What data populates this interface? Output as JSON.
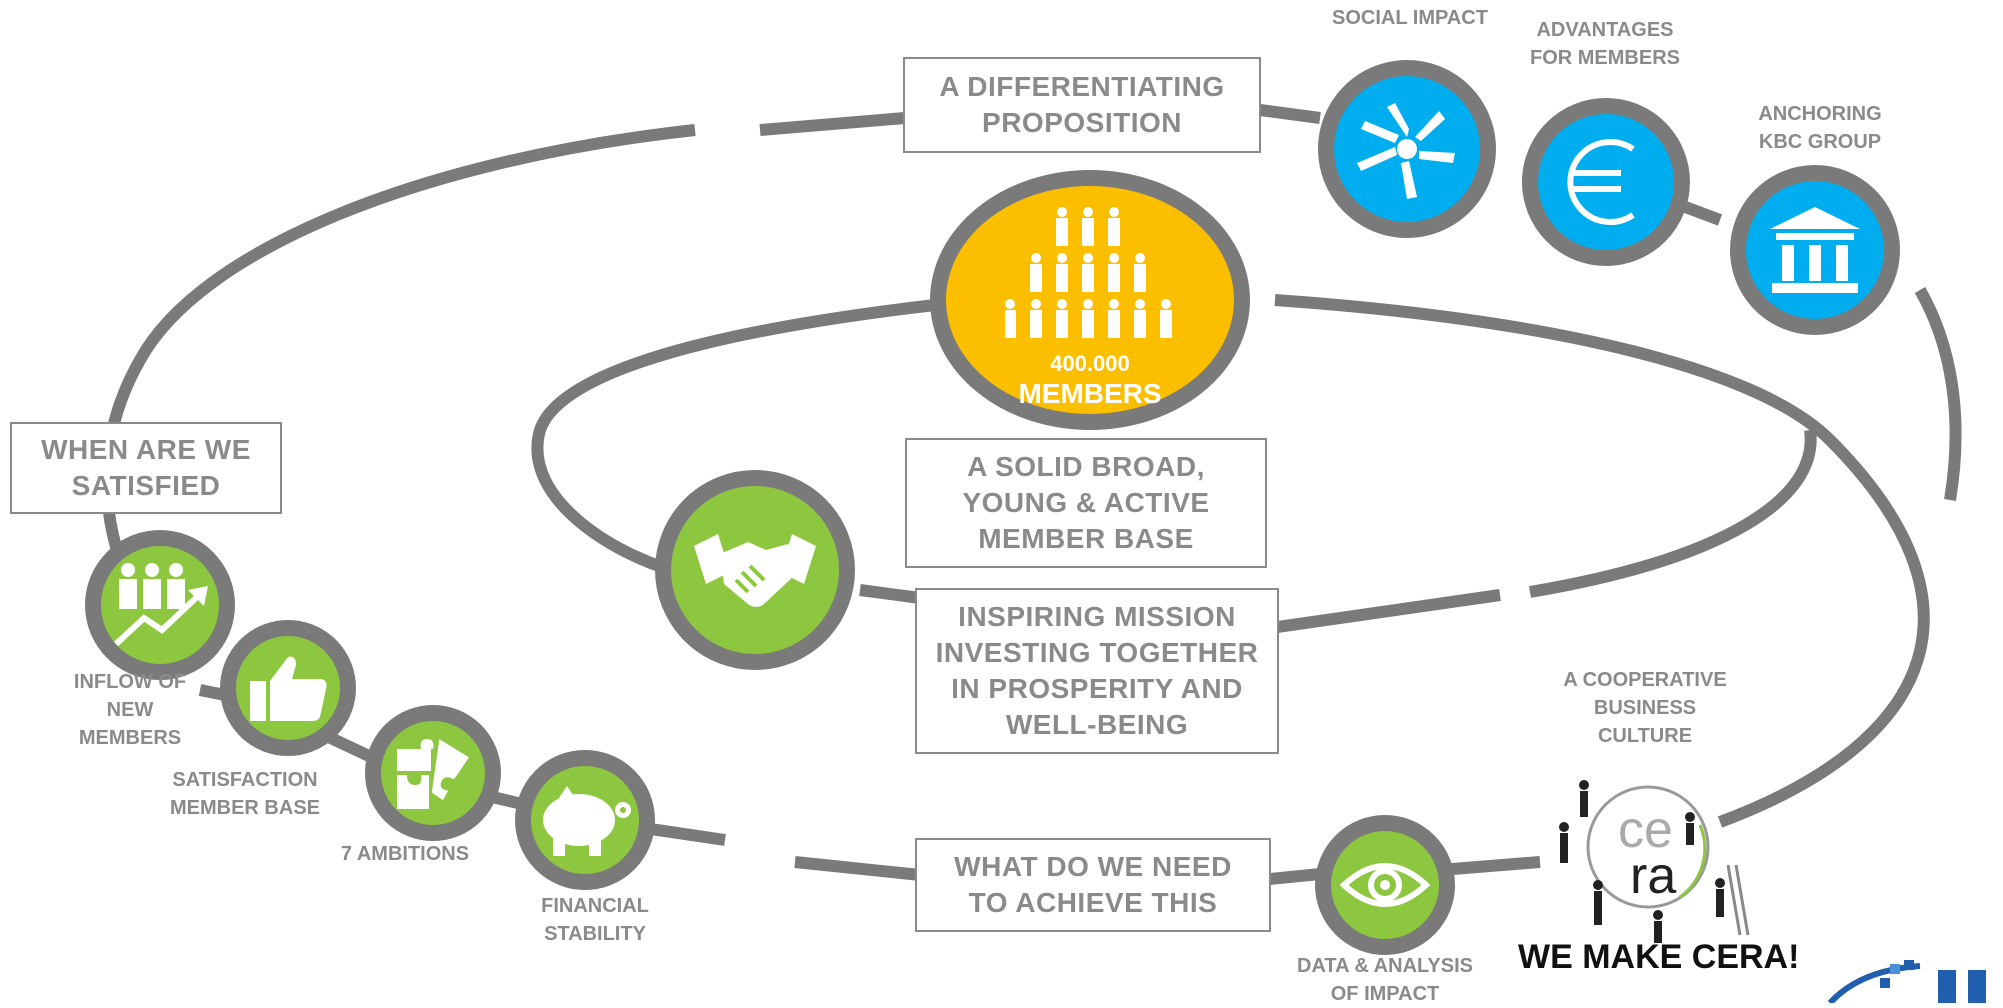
{
  "boxes": {
    "differentiating": "A DIFFERENTIATING\nPROPOSITION",
    "satisfied": "WHEN ARE WE\nSATISFIED",
    "member_base": "A SOLID BROAD,\nYOUNG & ACTIVE\nMEMBER BASE",
    "mission": "INSPIRING MISSION\nINVESTING TOGETHER\nIN PROSPERITY AND\nWELL-BEING",
    "achieve": "WHAT DO WE NEED\nTO ACHIEVE THIS"
  },
  "labels": {
    "social_impact": "SOCIAL IMPACT",
    "advantages": "ADVANTAGES\nFOR MEMBERS",
    "anchoring": "ANCHORING\nKBC GROUP",
    "inflow": "INFLOW OF\nNEW\nMEMBERS",
    "satisfaction": "SATISFACTION\nMEMBER BASE",
    "ambitions": "7 AMBITIONS",
    "financial": "FINANCIAL\nSTABILITY",
    "data_analysis": "DATA & ANALYSIS\nOF IMPACT",
    "cooperative": "A COOPERATIVE\nBUSINESS\nCULTURE"
  },
  "members": {
    "count": "400.000",
    "label": "MEMBERS"
  },
  "logo": {
    "text_ce": "ce",
    "text_ra": "ra",
    "slogan": "WE MAKE CERA!"
  },
  "colors": {
    "green": "#8dc63f",
    "blue": "#00aeef",
    "yellow": "#fbbf00",
    "gray": "#7a7a7a"
  },
  "icons": [
    "hands-icon",
    "euro-icon",
    "bank-icon",
    "people-icon",
    "handshake-icon",
    "growth-people-icon",
    "thumbs-up-icon",
    "puzzle-icon",
    "piggy-bank-icon",
    "eye-icon"
  ]
}
